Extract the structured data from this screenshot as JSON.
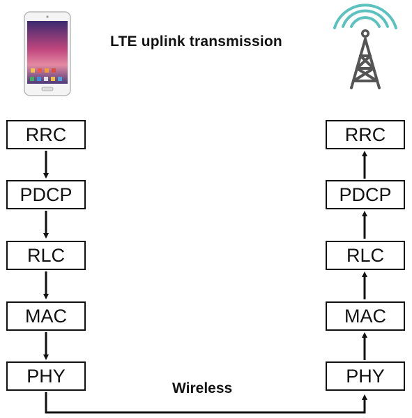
{
  "title": "LTE uplink transmission",
  "left_stack": {
    "layers": [
      "RRC",
      "PDCP",
      "RLC",
      "MAC",
      "PHY"
    ],
    "direction": "down"
  },
  "right_stack": {
    "layers": [
      "RRC",
      "PDCP",
      "RLC",
      "MAC",
      "PHY"
    ],
    "direction": "up"
  },
  "link_label": "Wireless",
  "icons": {
    "left": "smartphone-icon",
    "right": "cell-tower-icon"
  },
  "colors": {
    "line": "#111111",
    "wave": "#5cc2c0",
    "tower": "#555555"
  }
}
